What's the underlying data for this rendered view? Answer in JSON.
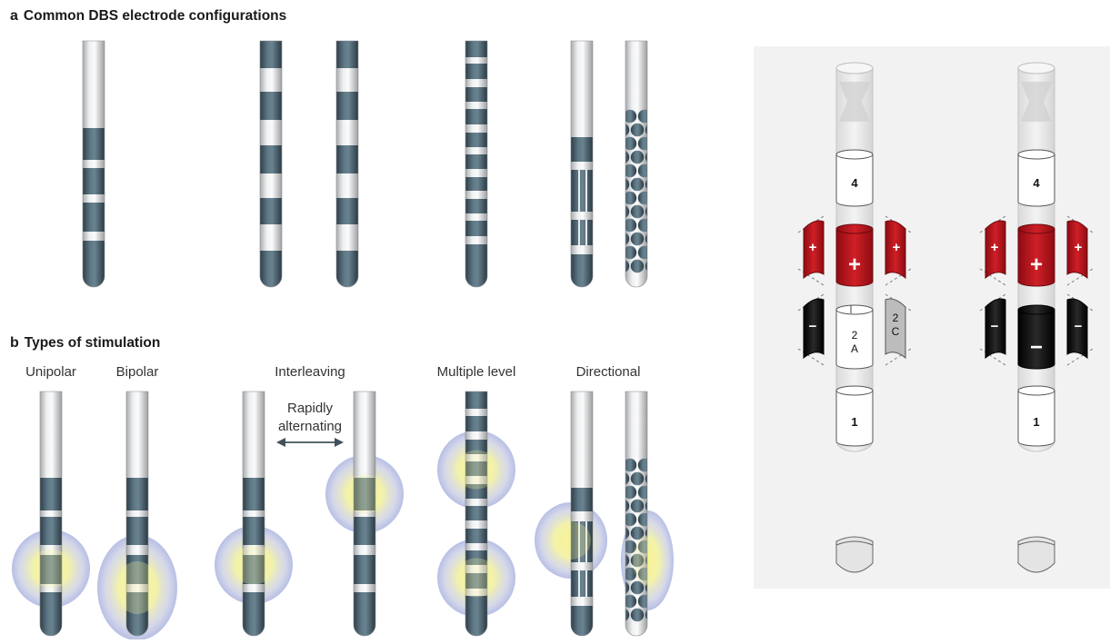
{
  "panel_a": {
    "letter": "a",
    "title": "Common DBS electrode configurations"
  },
  "panel_b": {
    "letter": "b",
    "title": "Types of stimulation",
    "types": {
      "unipolar": "Unipolar",
      "bipolar": "Bipolar",
      "interleaving": "Interleaving",
      "multiple_level": "Multiple level",
      "directional": "Directional"
    },
    "annotation": [
      "Rapidly",
      "alternating"
    ]
  },
  "panel_c": {
    "left": {
      "top_contact": "4",
      "bottom_contact": "1",
      "plus": "+",
      "minus": "−",
      "segment_2a": [
        "2",
        "A"
      ],
      "segment_2c": [
        "2",
        "C"
      ]
    },
    "right": {
      "top_contact": "4",
      "bottom_contact": "1",
      "plus": "+",
      "minus": "−"
    }
  },
  "colors": {
    "lead_shaft": "#d9dadc",
    "contact": "#4b6472",
    "anode": "#b5121b",
    "cathode": "#111111",
    "field_core": "#f4f08a",
    "field_edge": "#a9b3de",
    "panel_c_bg": "#f2f2f2"
  }
}
